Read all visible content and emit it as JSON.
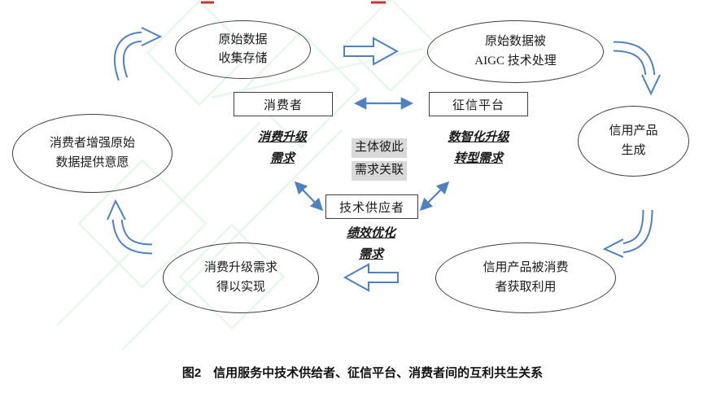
{
  "diagram": {
    "ellipses": {
      "data_collect": {
        "line1": "原始数据",
        "line2": "收集存储"
      },
      "aigc_process": {
        "line1": "原始数据被",
        "line2": "AIGC 技术处理"
      },
      "credit_generate": {
        "line1": "信用产品",
        "line2": "生成"
      },
      "consumer_willing": {
        "line1": "消费者增强原始",
        "line2": "数据提供意愿"
      },
      "demand_realized": {
        "line1": "消费升级需求",
        "line2": "得以实现"
      },
      "product_used": {
        "line1": "信用产品被消费",
        "line2": "者获取利用"
      }
    },
    "boxes": {
      "consumer": "消费者",
      "credit_platform": "征信平台",
      "tech_supplier": "技术供应者"
    },
    "needs": {
      "consumer_need": {
        "line1": "消费升级",
        "line2": "需求"
      },
      "platform_need": {
        "line1": "数智化升级",
        "line2": "转型需求"
      },
      "supplier_need": {
        "line1": "绩效优化",
        "line2": "需求"
      },
      "center_link": {
        "line1": "主体彼此",
        "line2": "需求关联"
      }
    }
  },
  "caption": "图2　信用服务中技术供给者、征信平台、消费者间的互利共生关系",
  "colors": {
    "arrow_blue": "#4f81bd",
    "highlight_gray": "#d9d9d9",
    "outline_dark": "#3f3f3f",
    "watermark_green": "#d6f0de",
    "artifact_red": "#cc3333"
  }
}
